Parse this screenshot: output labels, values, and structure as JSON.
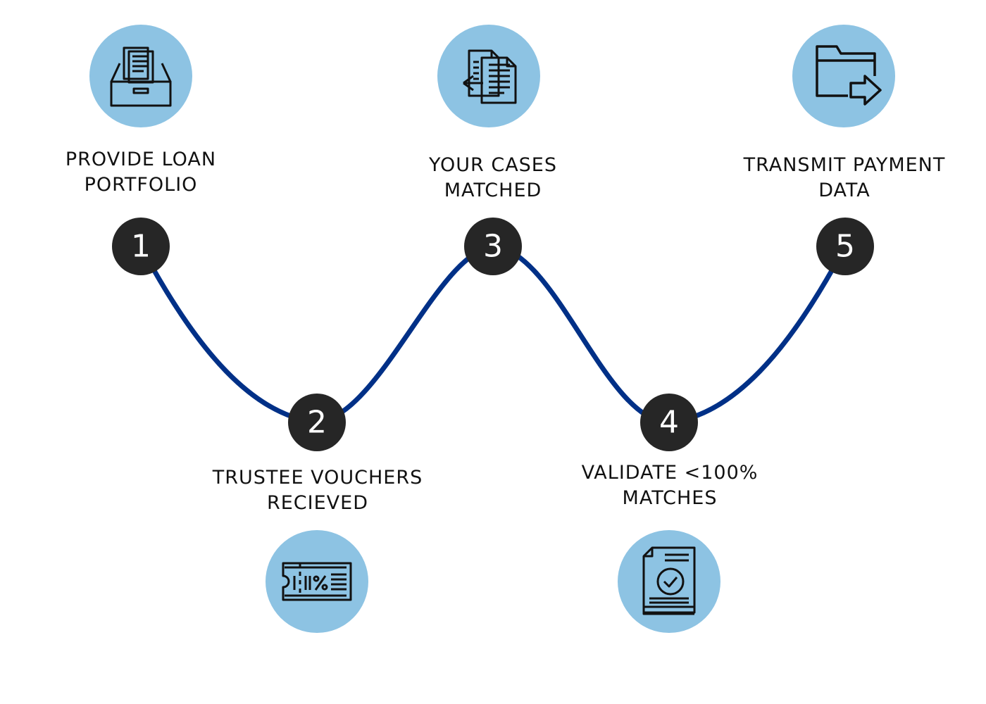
{
  "colors": {
    "accent": "#8dc3e3",
    "path": "#003087",
    "node": "#262626",
    "node_text": "#ffffff",
    "icon_stroke": "#111111",
    "text": "#111111"
  },
  "steps": [
    {
      "number": "1",
      "label_lines": [
        "PROVIDE LOAN",
        "PORTFOLIO"
      ],
      "icon": "file-drawer-icon"
    },
    {
      "number": "2",
      "label_lines": [
        "TRUSTEE VOUCHERS",
        "RECIEVED"
      ],
      "icon": "voucher-ticket-icon"
    },
    {
      "number": "3",
      "label_lines": [
        "YOUR CASES",
        "MATCHED"
      ],
      "icon": "document-compare-icon"
    },
    {
      "number": "4",
      "label_lines": [
        "VALIDATE <100%",
        "MATCHES"
      ],
      "icon": "verified-document-icon"
    },
    {
      "number": "5",
      "label_lines": [
        "TRANSMIT PAYMENT",
        "DATA"
      ],
      "icon": "folder-transfer-icon"
    }
  ]
}
